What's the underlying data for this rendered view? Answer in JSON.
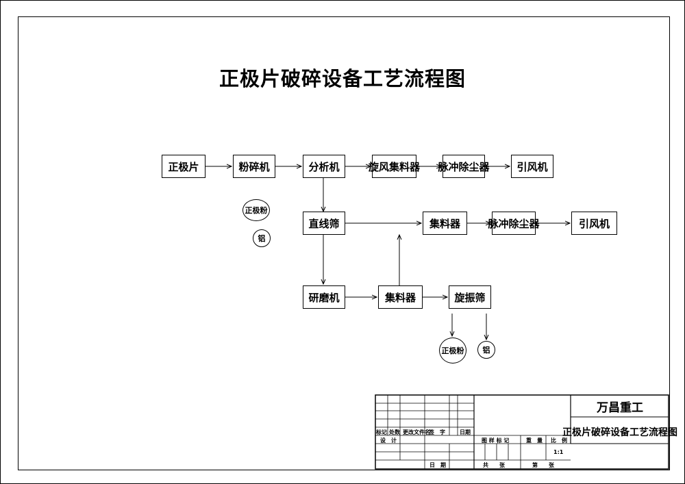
{
  "title": "正极片破碎设备工艺流程图",
  "nodes": {
    "n1": "正极片",
    "n2": "粉碎机",
    "n3": "分析机",
    "n4": "旋风集料器",
    "n5": "脉冲除尘器",
    "n6": "引风机",
    "n7": "直线筛",
    "n8": "集料器",
    "n9": "脉冲除尘器",
    "n10": "引风机",
    "n11": "研磨机",
    "n12": "集料器",
    "n13": "旋振筛"
  },
  "outputs": {
    "c1": "正极粉",
    "c2": "铝",
    "c3": "正极粉",
    "c4": "铝"
  },
  "title_block": {
    "company": "万昌重工",
    "drawing_title": "正极片破碎设备工艺流程图",
    "h_mark": "标记",
    "h_count": "处数",
    "h_docno": "更改文件名",
    "h_sign": "签　字",
    "h_date": "日期",
    "design": "设　计",
    "date2": "日　期",
    "stage_mark": "图 样 标 记",
    "weight": "重　量",
    "scale": "比　例",
    "scale_value": "1:1",
    "total_sheets": "共　　张",
    "sheet_no": "第　　张"
  }
}
